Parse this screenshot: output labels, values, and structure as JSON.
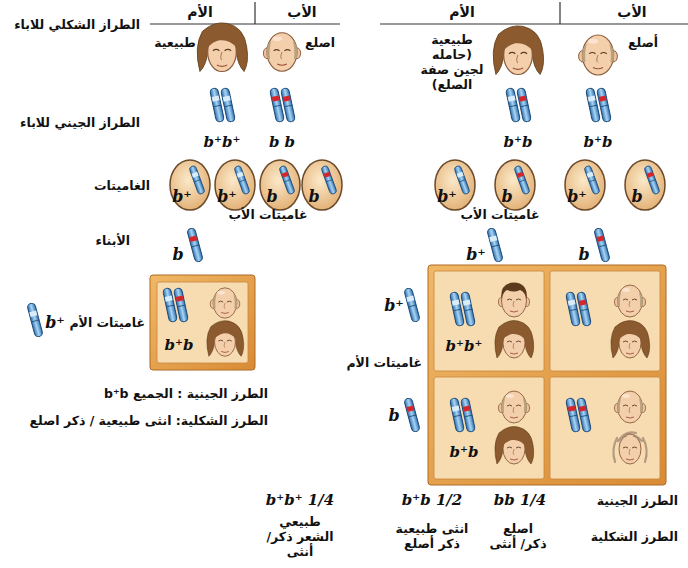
{
  "diagram": {
    "nodes": [
      {
        "text": [
          "b⁺b"
        ]
      },
      {
        "text": [
          "b⁺b⁺"
        ]
      },
      {
        "text": [
          "b⁺b"
        ]
      }
    ],
    "labels": [
      "الأب",
      "الأم",
      "الأب",
      "الأم",
      "الطراز الشكلي للاباء",
      "أصلع",
      "طبيعية (حامله لجين صفة الصلع)",
      "اصلع",
      "طبيعية",
      "الطراز الجيني للاباء",
      "b⁺b",
      "b⁺b",
      "b b",
      "b⁺b⁺",
      "الغاميتات",
      "b",
      "b⁺",
      "b",
      "b⁺",
      "b",
      "b",
      "b⁺",
      "b⁺",
      "غاميتات الأب",
      "غاميتات الأب",
      "الأبناء",
      "b⁺",
      "b",
      "b",
      "b⁺",
      "غاميتات الأم",
      "b⁺",
      "غاميتات الأم",
      "b",
      "الطرز الجينية : الجميع b⁺b",
      "الطرز الشكلية: انثى طبيعية / ذكر اصلع",
      "الطرز الجينية",
      "bb 1/4",
      "b⁺b 1/2",
      "b⁺b⁺ 1/4",
      "الطرز الشكلية",
      "اصلع ذكر/ أنثى",
      "انثى طبيعية ذكر أصلع",
      "طبيعي الشعر ذكر/ أنثى"
    ]
  }
}
